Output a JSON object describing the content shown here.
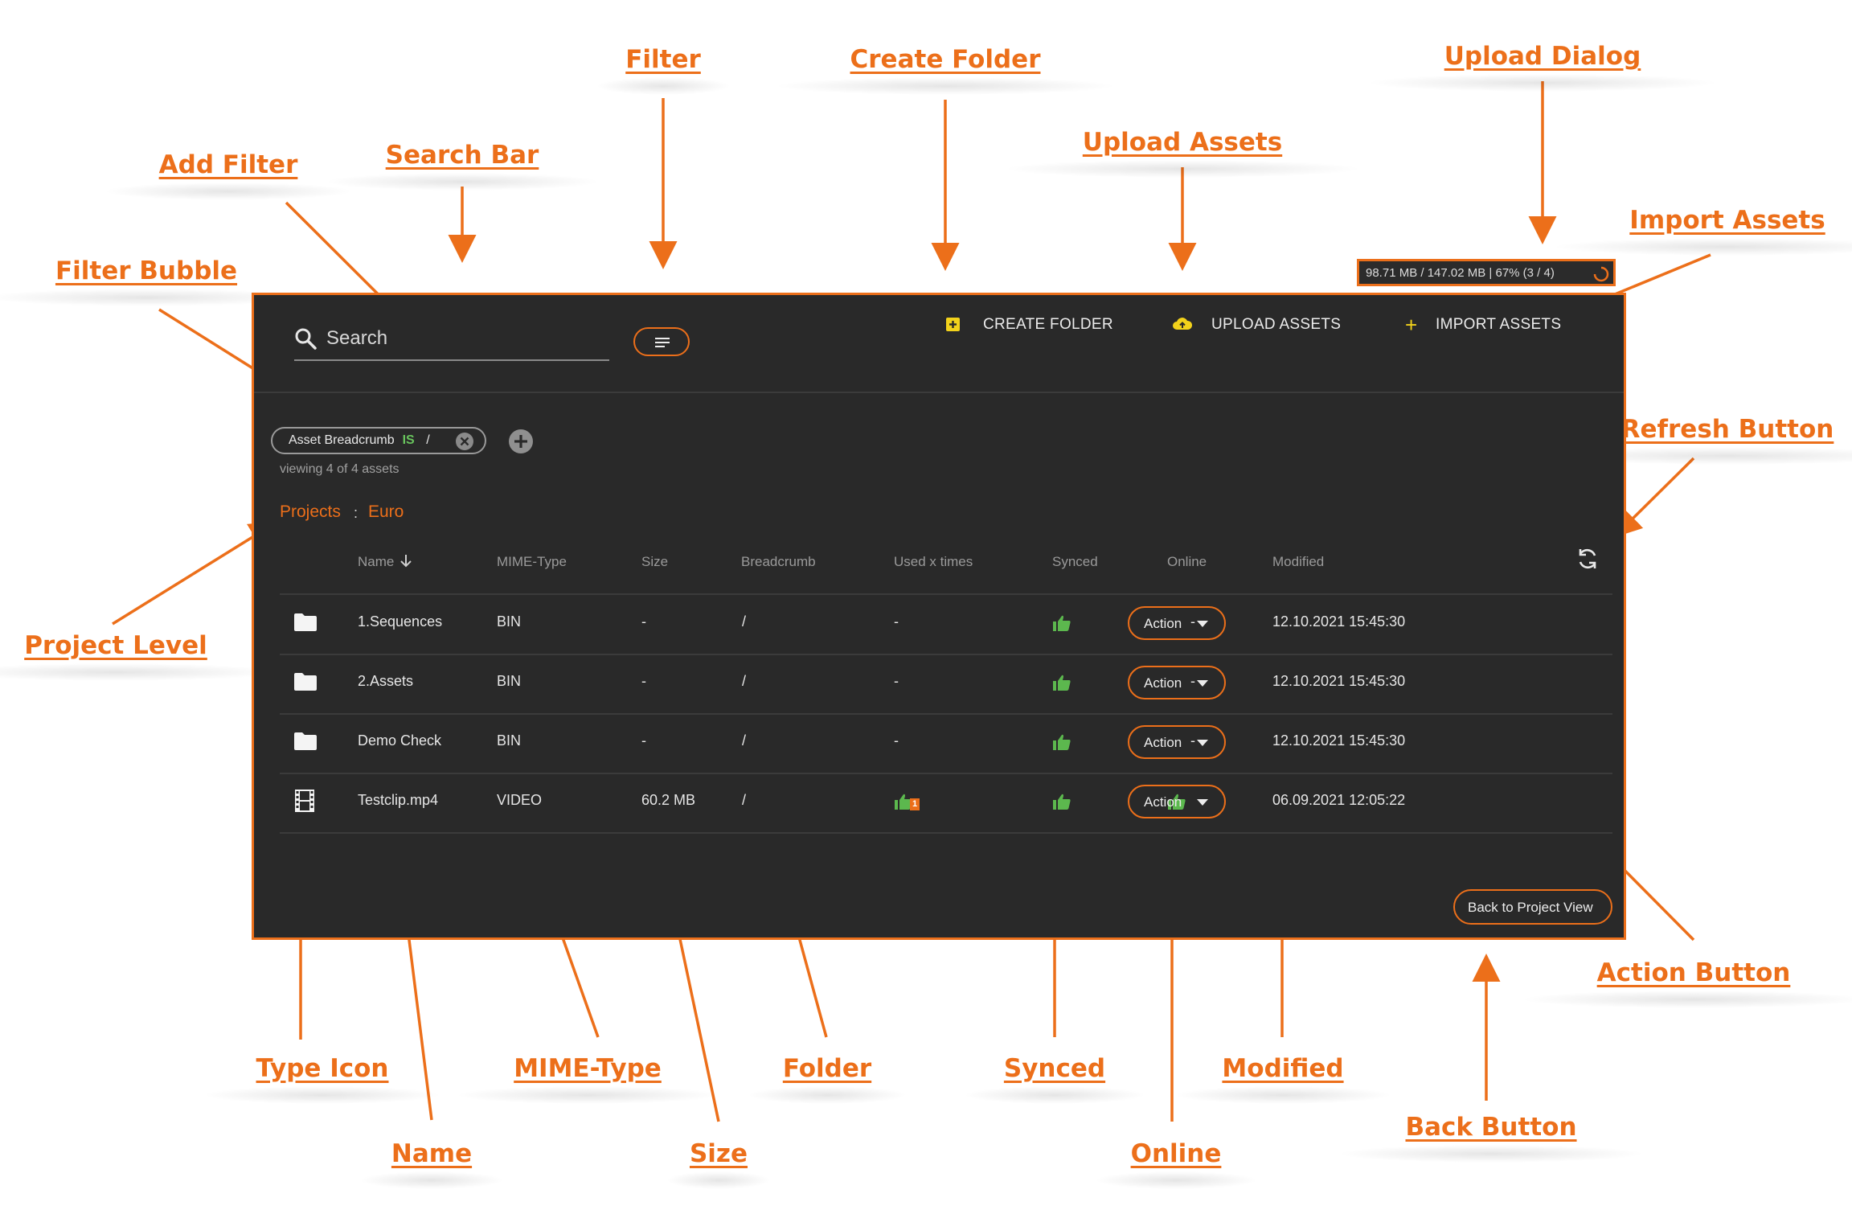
{
  "callouts": {
    "filter": "Filter",
    "create_folder": "Create Folder",
    "upload_dialog": "Upload Dialog",
    "add_filter": "Add Filter",
    "search_bar": "Search Bar",
    "upload_assets": "Upload Assets",
    "import_assets": "Import Assets",
    "filter_bubble": "Filter Bubble",
    "refresh_button": "Refresh Button",
    "project_level": "Project Level",
    "action_button": "Action Button",
    "type_icon": "Type Icon",
    "mime_type": "MIME-Type",
    "folder": "Folder",
    "synced": "Synced",
    "modified": "Modified",
    "name": "Name",
    "size": "Size",
    "online": "Online",
    "back_button": "Back Button"
  },
  "upload_dialog": {
    "status": "98.71 MB / 147.02 MB | 67% (3 / 4)"
  },
  "toolbar": {
    "search_placeholder": "Search",
    "create_folder": "CREATE FOLDER",
    "upload_assets": "UPLOAD ASSETS",
    "import_assets": "IMPORT ASSETS"
  },
  "filter_bubble": {
    "field": "Asset Breadcrumb",
    "operator": "IS",
    "value": "/"
  },
  "viewing": "viewing 4 of 4 assets",
  "breadcrumb": {
    "root": "Projects",
    "separator": ":",
    "current": "Euro"
  },
  "table": {
    "headers": {
      "name": "Name",
      "mime": "MIME-Type",
      "size": "Size",
      "breadcrumb": "Breadcrumb",
      "used": "Used x times",
      "synced": "Synced",
      "online": "Online",
      "modified": "Modified"
    },
    "rows": [
      {
        "type_icon": "folder-icon",
        "name": "1.Sequences",
        "mime": "BIN",
        "size": "-",
        "breadcrumb": "/",
        "used": "-",
        "synced": "thumbs-up-icon",
        "online": "-",
        "modified": "12.10.2021 15:45:30",
        "action": "Action"
      },
      {
        "type_icon": "folder-icon",
        "name": "2.Assets",
        "mime": "BIN",
        "size": "-",
        "breadcrumb": "/",
        "used": "-",
        "synced": "thumbs-up-icon",
        "online": "-",
        "modified": "12.10.2021 15:45:30",
        "action": "Action"
      },
      {
        "type_icon": "folder-icon",
        "name": "Demo Check",
        "mime": "BIN",
        "size": "-",
        "breadcrumb": "/",
        "used": "-",
        "synced": "thumbs-up-icon",
        "online": "-",
        "modified": "12.10.2021 15:45:30",
        "action": "Action"
      },
      {
        "type_icon": "film-icon",
        "name": "Testclip.mp4",
        "mime": "VIDEO",
        "size": "60.2 MB",
        "breadcrumb": "/",
        "used": "1",
        "synced": "thumbs-up-icon",
        "online": "thumbs-up-icon",
        "modified": "06.09.2021 12:05:22",
        "action": "Action"
      }
    ]
  },
  "back_button": "Back to Project View",
  "colors": {
    "accent": "#ec6f1a",
    "panel": "#292929",
    "synced": "#5cb84e",
    "create_icon": "#f2d21b"
  }
}
